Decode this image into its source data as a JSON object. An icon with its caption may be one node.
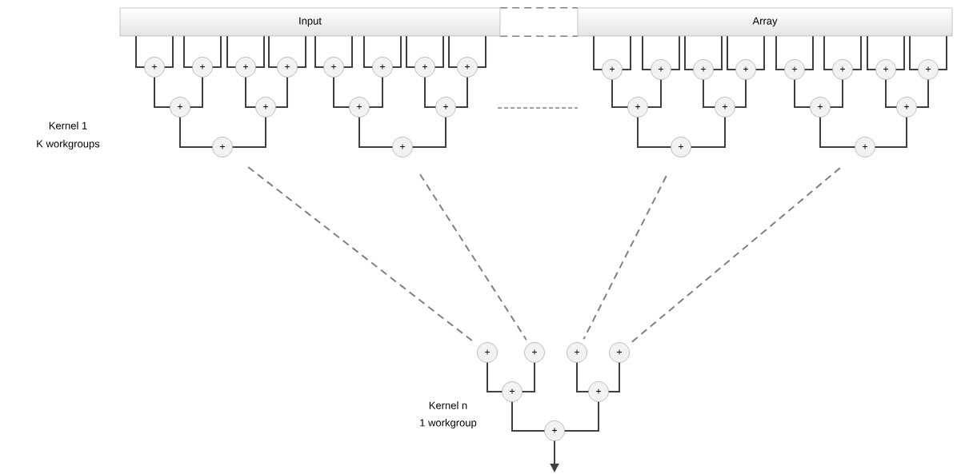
{
  "diagram": {
    "nodes": [
      {
        "text": [
          "Input"
        ]
      },
      {
        "text": [
          "Array"
        ]
      },
      {
        "text": [
          "+"
        ]
      },
      {
        "text": [
          "+"
        ]
      },
      {
        "text": [
          "+"
        ]
      },
      {
        "text": [
          "+"
        ]
      },
      {
        "text": [
          "+"
        ]
      },
      {
        "text": [
          "+"
        ]
      },
      {
        "text": [
          "+"
        ]
      },
      {
        "text": [
          "+"
        ]
      },
      {
        "text": [
          "+"
        ]
      },
      {
        "text": [
          "+"
        ]
      },
      {
        "text": [
          "+"
        ]
      },
      {
        "text": [
          "+"
        ]
      },
      {
        "text": [
          "+"
        ]
      },
      {
        "text": [
          "+"
        ]
      },
      {
        "text": [
          "+"
        ]
      },
      {
        "text": [
          "+"
        ]
      },
      {
        "text": [
          "+"
        ]
      },
      {
        "text": [
          "+"
        ]
      },
      {
        "text": [
          "+"
        ]
      },
      {
        "text": [
          "+"
        ]
      },
      {
        "text": [
          "+"
        ]
      },
      {
        "text": [
          "+"
        ]
      },
      {
        "text": [
          "+"
        ]
      },
      {
        "text": [
          "+"
        ]
      },
      {
        "text": [
          "+"
        ]
      },
      {
        "text": [
          "+"
        ]
      },
      {
        "text": [
          "+"
        ]
      },
      {
        "text": [
          "+"
        ]
      },
      {
        "text": [
          "+"
        ]
      },
      {
        "text": [
          "+"
        ]
      },
      {
        "text": [
          "+"
        ]
      },
      {
        "text": [
          "+"
        ]
      },
      {
        "text": [
          "+"
        ]
      },
      {
        "text": [
          "+"
        ]
      },
      {
        "text": [
          "+"
        ]
      }
    ],
    "edges": [
      {
        "from": 0,
        "to": 1,
        "arrow": "none",
        "style": "dashed",
        "color": "#808080"
      },
      {
        "from": 0,
        "to": 1,
        "arrow": "none",
        "style": "dashed",
        "color": "#808080"
      },
      {
        "from": 0,
        "to": 2,
        "arrow": "none"
      },
      {
        "from": 0,
        "to": 2,
        "arrow": "none"
      },
      {
        "from": 0,
        "to": 3,
        "arrow": "none"
      },
      {
        "from": 0,
        "to": 3,
        "arrow": "none"
      },
      {
        "from": 0,
        "to": 4,
        "arrow": "none"
      },
      {
        "from": 0,
        "to": 4,
        "arrow": "none"
      },
      {
        "from": 0,
        "to": 5,
        "arrow": "none"
      },
      {
        "from": 0,
        "to": 5,
        "arrow": "none"
      },
      {
        "from": 0,
        "to": 6,
        "arrow": "none"
      },
      {
        "from": 0,
        "to": 6,
        "arrow": "none"
      },
      {
        "from": 0,
        "to": 7,
        "arrow": "none"
      },
      {
        "from": 0,
        "to": 7,
        "arrow": "none"
      },
      {
        "from": 0,
        "to": 8,
        "arrow": "none"
      },
      {
        "from": 0,
        "to": 8,
        "arrow": "none"
      },
      {
        "from": 0,
        "to": 9,
        "arrow": "none"
      },
      {
        "from": 0,
        "to": 9,
        "arrow": "none"
      },
      {
        "from": 1,
        "to": 10,
        "arrow": "none"
      },
      {
        "from": 1,
        "to": 10,
        "arrow": "none"
      },
      {
        "from": 1,
        "to": 11,
        "arrow": "none"
      },
      {
        "from": 1,
        "to": 11,
        "arrow": "none"
      },
      {
        "from": 1,
        "to": 12,
        "arrow": "none"
      },
      {
        "from": 1,
        "to": 12,
        "arrow": "none"
      },
      {
        "from": 1,
        "to": 13,
        "arrow": "none"
      },
      {
        "from": 1,
        "to": 13,
        "arrow": "none"
      },
      {
        "from": 1,
        "to": 14,
        "arrow": "none"
      },
      {
        "from": 1,
        "to": 14,
        "arrow": "none"
      },
      {
        "from": 1,
        "to": 15,
        "arrow": "none"
      },
      {
        "from": 1,
        "to": 15,
        "arrow": "none"
      },
      {
        "from": 1,
        "to": 16,
        "arrow": "none"
      },
      {
        "from": 1,
        "to": 16,
        "arrow": "none"
      },
      {
        "from": 1,
        "to": 17,
        "arrow": "none"
      },
      {
        "from": 1,
        "to": 17,
        "arrow": "none"
      },
      {
        "from": 2,
        "to": 18,
        "arrow": "none"
      },
      {
        "from": 3,
        "to": 18,
        "arrow": "none"
      },
      {
        "from": 4,
        "to": 19,
        "arrow": "none"
      },
      {
        "from": 5,
        "to": 19,
        "arrow": "none"
      },
      {
        "from": 6,
        "to": 20,
        "arrow": "none"
      },
      {
        "from": 7,
        "to": 20,
        "arrow": "none"
      },
      {
        "from": 8,
        "to": 21,
        "arrow": "none"
      },
      {
        "from": 9,
        "to": 21,
        "arrow": "none"
      },
      {
        "from": 10,
        "to": 22,
        "arrow": "none"
      },
      {
        "from": 11,
        "to": 22,
        "arrow": "none"
      },
      {
        "from": 12,
        "to": 23,
        "arrow": "none"
      },
      {
        "from": 13,
        "to": 23,
        "arrow": "none"
      },
      {
        "from": 14,
        "to": 24,
        "arrow": "none"
      },
      {
        "from": 15,
        "to": 24,
        "arrow": "none"
      },
      {
        "from": 16,
        "to": 25,
        "arrow": "none"
      },
      {
        "from": 17,
        "to": 25,
        "arrow": "none"
      },
      {
        "from": 18,
        "to": 26,
        "arrow": "none"
      },
      {
        "from": 19,
        "to": 26,
        "arrow": "none"
      },
      {
        "from": 20,
        "to": 27,
        "arrow": "none"
      },
      {
        "from": 21,
        "to": 27,
        "arrow": "none"
      },
      {
        "from": 22,
        "to": 28,
        "arrow": "none"
      },
      {
        "from": 23,
        "to": 28,
        "arrow": "none"
      },
      {
        "from": 24,
        "to": 29,
        "arrow": "none"
      },
      {
        "from": 25,
        "to": 29,
        "arrow": "none"
      },
      {
        "from": 26,
        "to": 30,
        "arrow": "none",
        "style": "dashed",
        "color": "#808080"
      },
      {
        "from": 27,
        "to": 31,
        "arrow": "none",
        "style": "dashed",
        "color": "#808080"
      },
      {
        "from": 28,
        "to": 32,
        "arrow": "none",
        "style": "dashed",
        "color": "#808080"
      },
      {
        "from": 29,
        "to": 33,
        "arrow": "none",
        "style": "dashed",
        "color": "#808080"
      },
      {
        "from": 30,
        "to": 34,
        "arrow": "none"
      },
      {
        "from": 31,
        "to": 34,
        "arrow": "none"
      },
      {
        "from": 32,
        "to": 35,
        "arrow": "none"
      },
      {
        "from": 33,
        "to": 35,
        "arrow": "none"
      },
      {
        "from": 34,
        "to": 36,
        "arrow": "none"
      },
      {
        "from": 35,
        "to": 36,
        "arrow": "none"
      },
      {
        "from": 36,
        "to": null,
        "arrow": "to"
      }
    ],
    "labels": [
      "Kernel 1",
      "K workgroups",
      "Kernel n",
      "1 workgroup"
    ]
  }
}
